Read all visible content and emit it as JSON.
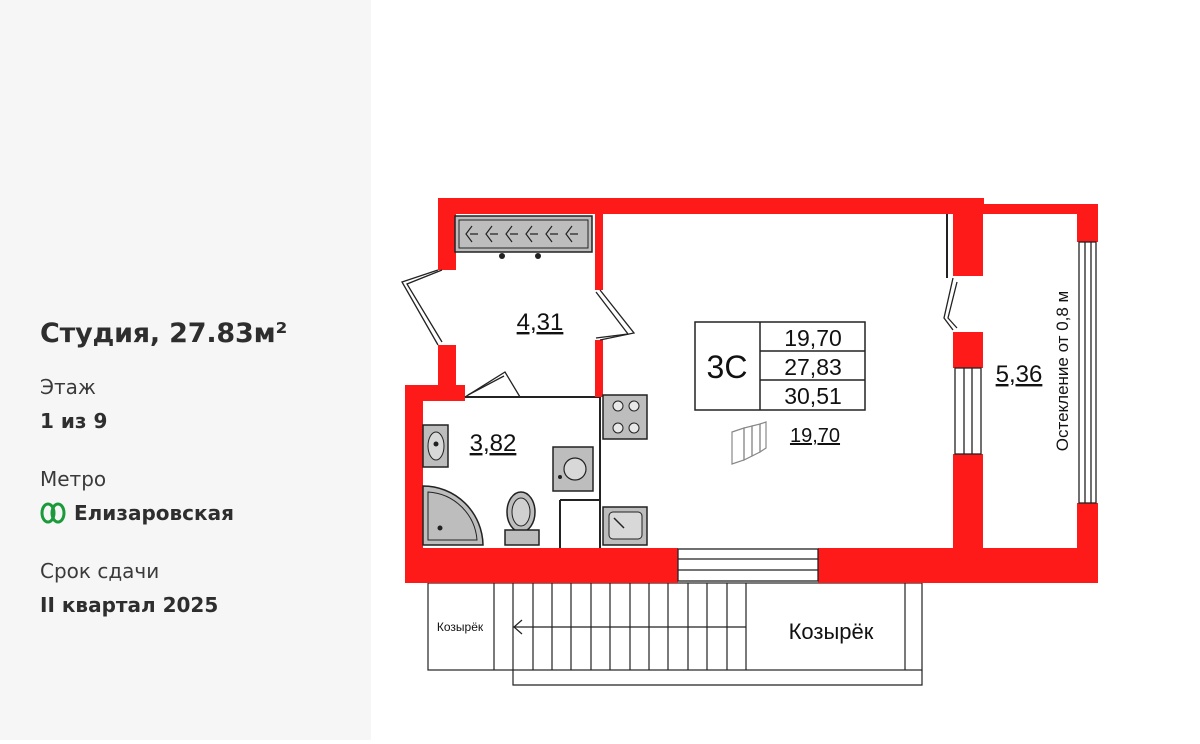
{
  "apartment": {
    "title": "Студия, 27.83м²"
  },
  "details": {
    "floor_label": "Этаж",
    "floor_value": "1 из 9",
    "metro_label": "Метро",
    "metro_value": "Елизаровская",
    "deadline_label": "Срок сдачи",
    "deadline_value": "II квартал 2025"
  },
  "colors": {
    "wall": "#ff1a1a",
    "sidebar_bg": "#f6f6f6",
    "metro_green": "#1a9a3a"
  },
  "plan": {
    "rooms": {
      "hallway_area": "4,31",
      "bathroom_area": "3,82",
      "living_area": "19,70",
      "balcony_area": "5,36"
    },
    "summary": {
      "type": "3С",
      "living": "19,70",
      "total": "27,83",
      "total_with_balcony": "30,51"
    },
    "glazing_note": "Остекление от 0,8 м",
    "canopy_left": "Козырёк",
    "canopy_right": "Козырёк"
  }
}
